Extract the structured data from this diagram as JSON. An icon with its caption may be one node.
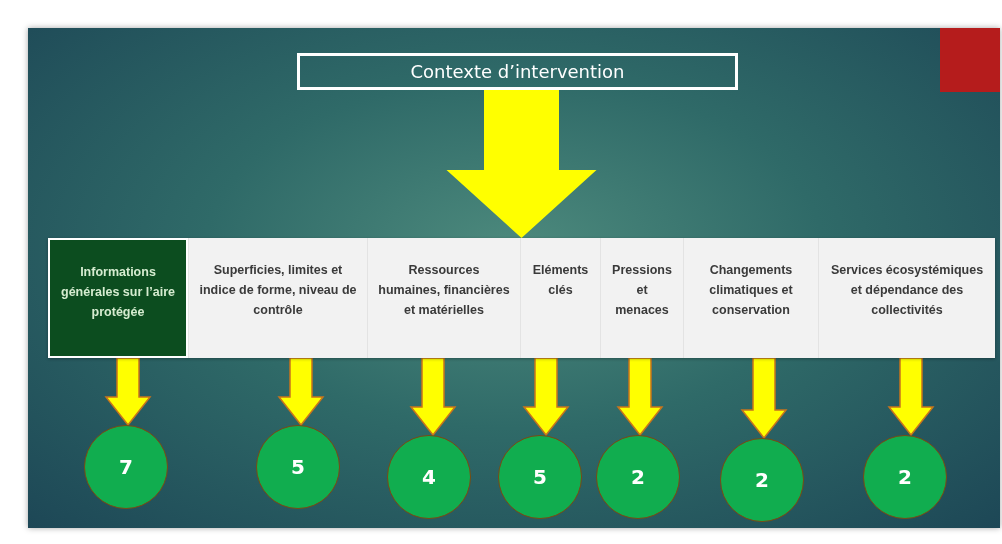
{
  "diagram": {
    "nodes": [
      {
        "text": [
          "Contexte d’intervention"
        ]
      },
      {
        "text": [],
        "shape": "bar"
      },
      {
        "text": [
          "Informations générales sur l’aire protégée"
        ],
        "in": 1
      },
      {
        "text": [
          "Superficies, limites et indice de forme, niveau de contrôle"
        ],
        "in": 1
      },
      {
        "text": [
          "Ressources humaines, financières et matérielles"
        ],
        "in": 1
      },
      {
        "text": [
          "Eléments clés"
        ],
        "in": 1
      },
      {
        "text": [
          "Pressions et menaces"
        ],
        "in": 1
      },
      {
        "text": [
          "Changements climatiques et conservation"
        ],
        "in": 1
      },
      {
        "text": [
          "Services écosystémiques et dépendance des collectivités"
        ],
        "in": 1
      },
      {
        "text": [
          "7"
        ]
      },
      {
        "text": [
          "5"
        ]
      },
      {
        "text": [
          "4"
        ]
      },
      {
        "text": [
          "5"
        ]
      },
      {
        "text": [
          "2"
        ]
      },
      {
        "text": [
          "2"
        ]
      },
      {
        "text": [
          "2"
        ]
      }
    ],
    "edges": [
      {
        "from": 0,
        "to": 1,
        "arrow": "to",
        "style": "thick"
      },
      {
        "from": 2,
        "to": 9,
        "arrow": "to"
      },
      {
        "from": 3,
        "to": 10,
        "arrow": "to"
      },
      {
        "from": 4,
        "to": 11,
        "arrow": "to"
      },
      {
        "from": 5,
        "to": 12,
        "arrow": "to"
      },
      {
        "from": 6,
        "to": 13,
        "arrow": "to"
      },
      {
        "from": 7,
        "to": 14,
        "arrow": "to"
      },
      {
        "from": 8,
        "to": 15,
        "arrow": "to"
      }
    ]
  }
}
